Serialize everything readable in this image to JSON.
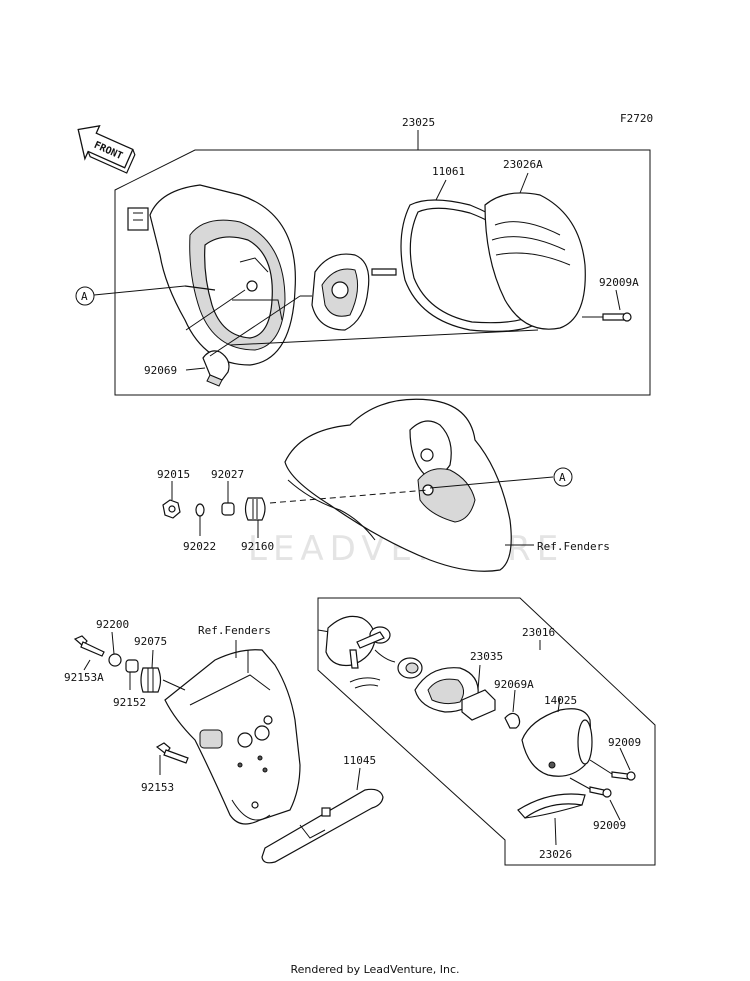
{
  "diagram_code": "F2720",
  "front_label": "FRONT",
  "watermark": "LEADVENTURE",
  "footer": "Rendered by LeadVenture, Inc.",
  "labels": {
    "p23025": "23025",
    "p11061": "11061",
    "p23026A": "23026A",
    "p92009A": "92009A",
    "p92069": "92069",
    "p92015": "92015",
    "p92027": "92027",
    "p92022": "92022",
    "p92160": "92160",
    "ref_fenders_1": "Ref.Fenders",
    "p92200": "92200",
    "p92075": "92075",
    "p92153A": "92153A",
    "p92152": "92152",
    "ref_fenders_2": "Ref.Fenders",
    "p92153": "92153",
    "p11045": "11045",
    "p23016": "23016",
    "p23035": "23035",
    "p92069A": "92069A",
    "p14025": "14025",
    "p92009_1": "92009",
    "p92009_2": "92009",
    "p23026": "23026",
    "callout_a1": "A",
    "callout_a2": "A"
  }
}
